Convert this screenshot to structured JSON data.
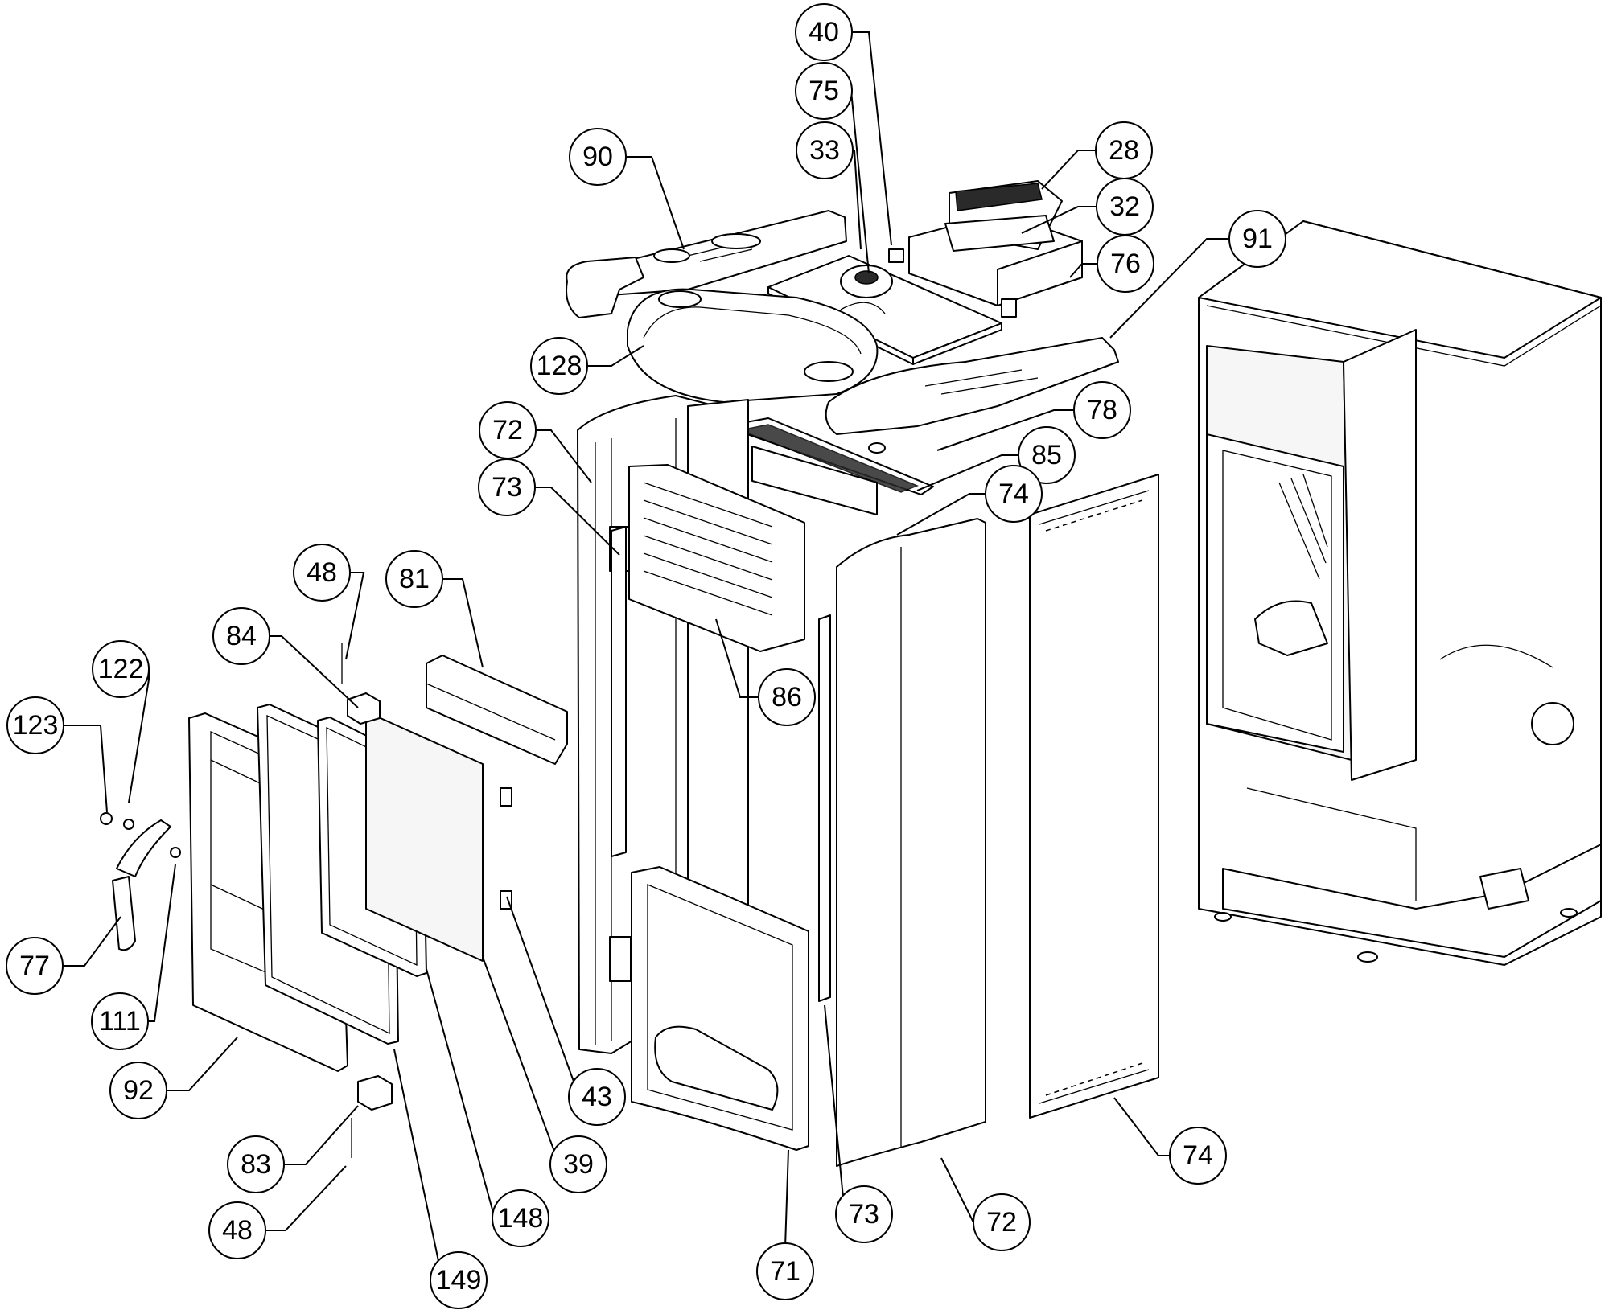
{
  "callouts": [
    {
      "id": "c40a",
      "label": "40"
    },
    {
      "id": "c75",
      "label": "75"
    },
    {
      "id": "c33",
      "label": "33"
    },
    {
      "id": "c90",
      "label": "90"
    },
    {
      "id": "c28",
      "label": "28"
    },
    {
      "id": "c32",
      "label": "32"
    },
    {
      "id": "c91",
      "label": "91"
    },
    {
      "id": "c76",
      "label": "76"
    },
    {
      "id": "c128",
      "label": "128"
    },
    {
      "id": "c72a",
      "label": "72"
    },
    {
      "id": "c78",
      "label": "78"
    },
    {
      "id": "c85",
      "label": "85"
    },
    {
      "id": "c73a",
      "label": "73"
    },
    {
      "id": "c74a",
      "label": "74"
    },
    {
      "id": "c48a",
      "label": "48"
    },
    {
      "id": "c81",
      "label": "81"
    },
    {
      "id": "c84",
      "label": "84"
    },
    {
      "id": "c122",
      "label": "122"
    },
    {
      "id": "c86",
      "label": "86"
    },
    {
      "id": "c123",
      "label": "123"
    },
    {
      "id": "c77",
      "label": "77"
    },
    {
      "id": "c111",
      "label": "111"
    },
    {
      "id": "c43",
      "label": "43"
    },
    {
      "id": "c92",
      "label": "92"
    },
    {
      "id": "c74b",
      "label": "74"
    },
    {
      "id": "c83",
      "label": "83"
    },
    {
      "id": "c39",
      "label": "39"
    },
    {
      "id": "c73b",
      "label": "73"
    },
    {
      "id": "c72b",
      "label": "72"
    },
    {
      "id": "c48b",
      "label": "48"
    },
    {
      "id": "c148",
      "label": "148"
    },
    {
      "id": "c71",
      "label": "71"
    },
    {
      "id": "c149",
      "label": "149"
    }
  ]
}
